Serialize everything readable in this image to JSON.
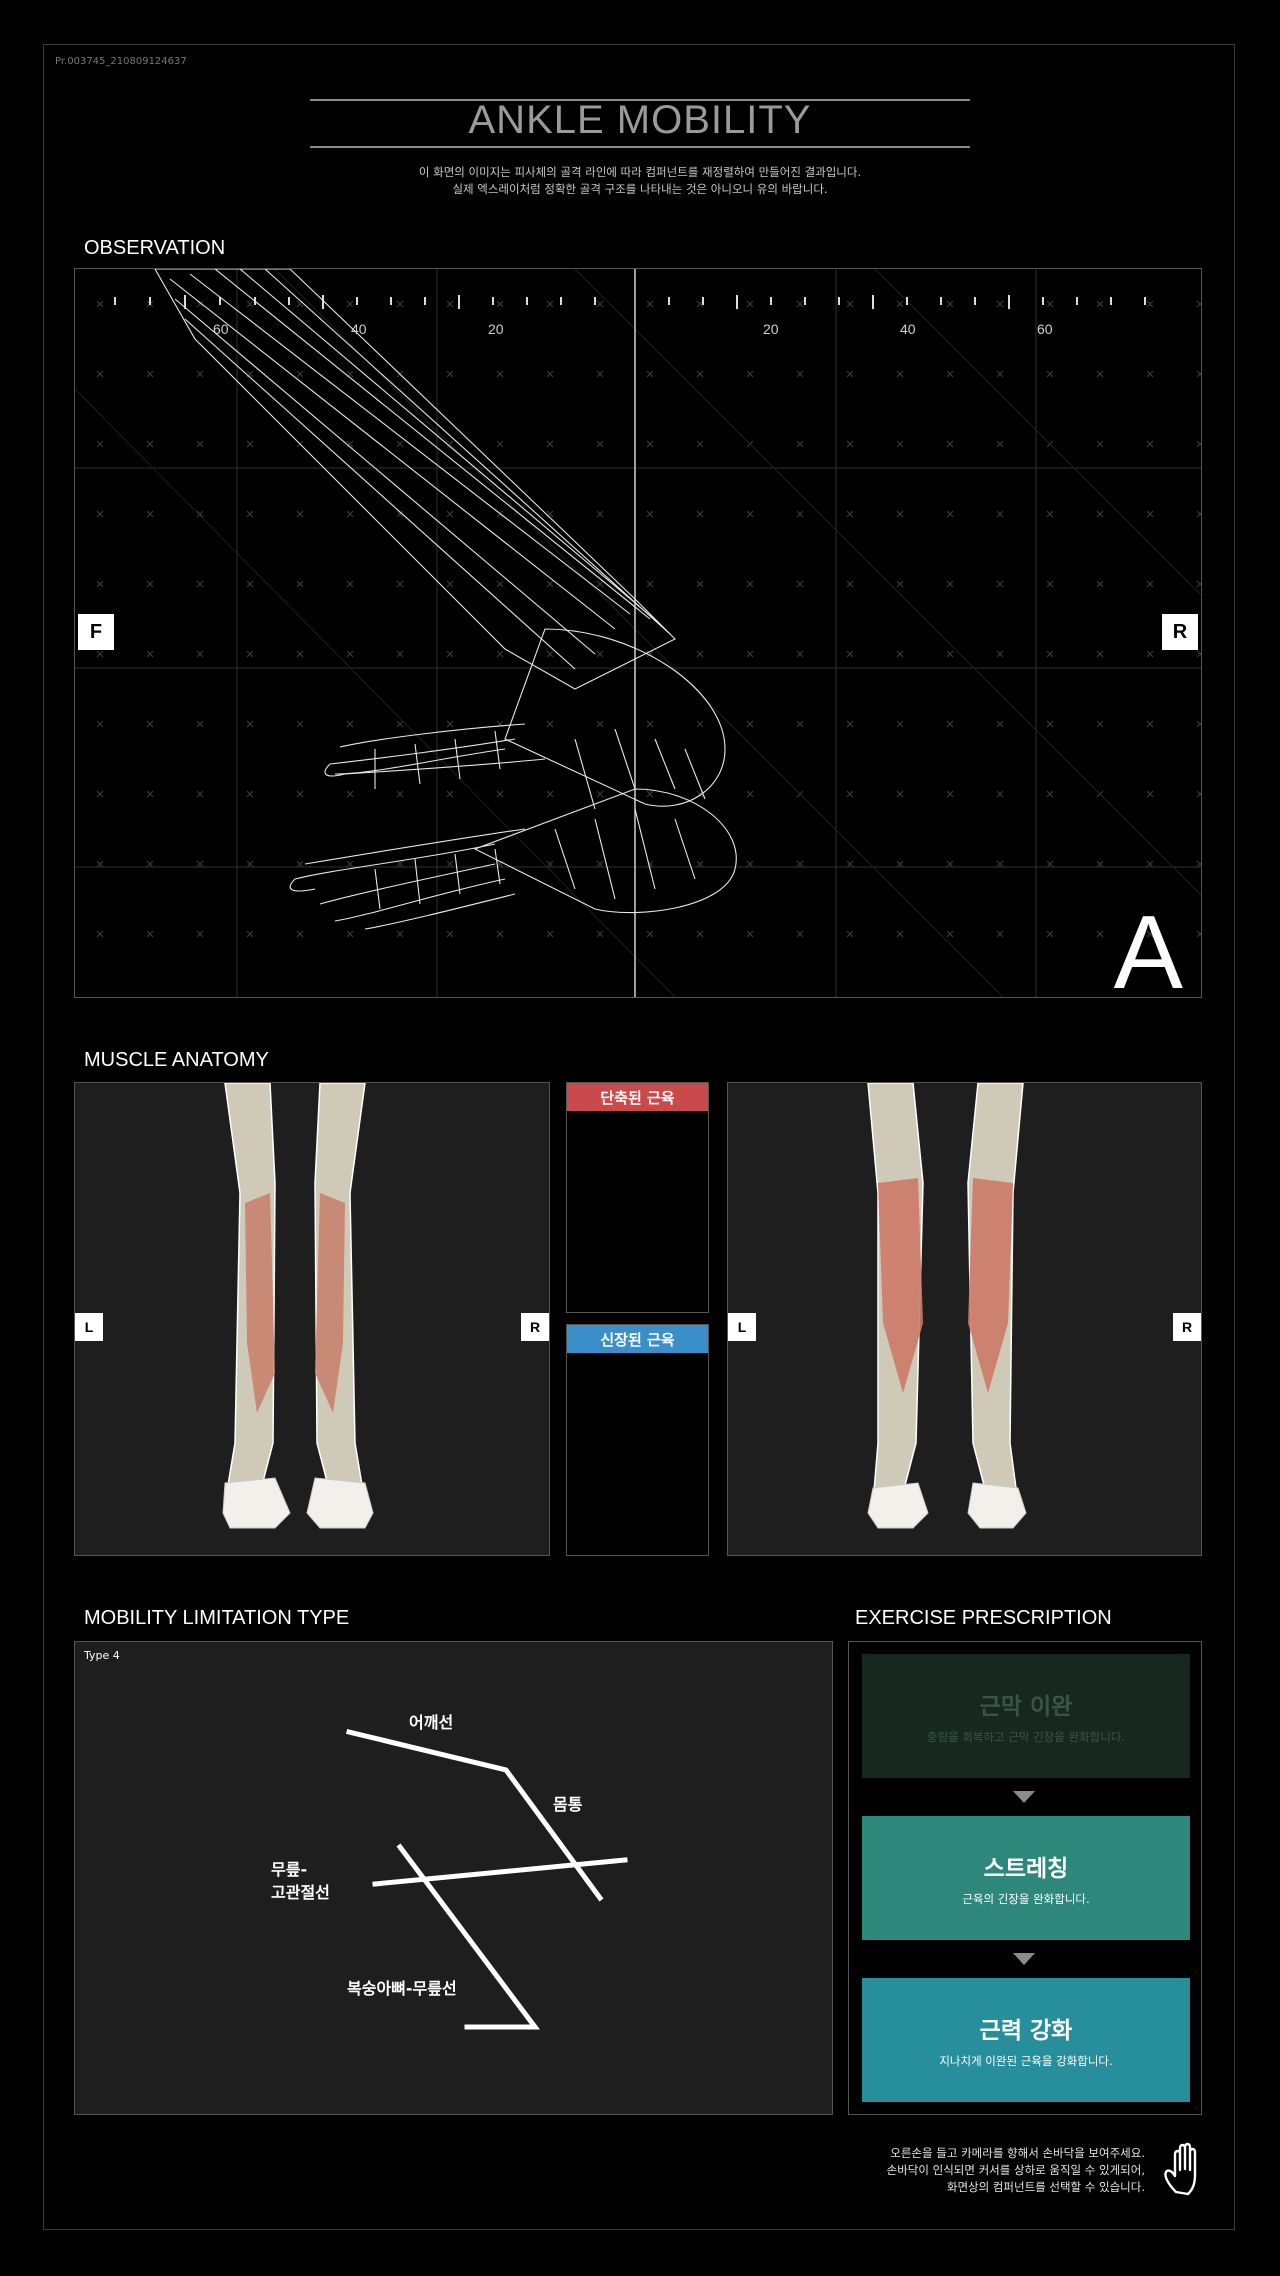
{
  "page_id": "Pr.003745_210809124637",
  "header": {
    "title": "ANKLE MOBILITY",
    "subtitle_line1": "이 화면의 이미지는 피사체의 골격 라인에 따라 컴퍼넌트를 재정렬하여 만들어진 결과입니다.",
    "subtitle_line2": "실제 엑스레이처럼 정확한 골격 구조를 나타내는 것은 아니오니 유의 바랍니다."
  },
  "observation": {
    "section_label": "OBSERVATION",
    "left_tag": "F",
    "right_tag": "R",
    "view_letter": "A",
    "ruler_left": [
      "60",
      "40",
      "20"
    ],
    "ruler_right": [
      "20",
      "40",
      "60"
    ],
    "image_icon": "ankle-wireframe-skeleton"
  },
  "muscle_anatomy": {
    "section_label": "MUSCLE ANATOMY",
    "front_view": {
      "left_tag": "L",
      "right_tag": "R",
      "image_icon": "lower-leg-front-muscles"
    },
    "back_view": {
      "left_tag": "L",
      "right_tag": "R",
      "image_icon": "lower-leg-back-muscles"
    },
    "shortened_label": "단축된 근육",
    "shortened_color": "#c94a4a",
    "lengthened_label": "신장된 근육",
    "lengthened_color": "#3a8fc9"
  },
  "mobility_limitation": {
    "section_label": "MOBILITY LIMITATION TYPE",
    "type_label": "Type 4",
    "labels": {
      "shoulder": "어깨선",
      "trunk": "몸통",
      "knee_hip_1": "무릎-",
      "knee_hip_2": "고관절선",
      "calf_knee": "복숭아뼈-무릎선"
    }
  },
  "exercise_prescription": {
    "section_label": "EXERCISE PRESCRIPTION",
    "steps": [
      {
        "title": "근막 이완",
        "desc": "충림을 회복하고 근막 긴장을 완화합니다.",
        "bg": "#17291f",
        "fg": "#3f5247",
        "state": "inactive"
      },
      {
        "title": "스트레칭",
        "desc": "근육의 긴장을 완화합니다.",
        "bg": "#2e877b",
        "fg": "#ffffff",
        "state": "active"
      },
      {
        "title": "근력 강화",
        "desc": "지나치게 이완된 근육을 강화합니다.",
        "bg": "#278f9c",
        "fg": "#ffffff",
        "state": "active"
      }
    ]
  },
  "footer": {
    "line1": "오른손을 들고 카메라를 향해서 손바닥을 보여주세요.",
    "line2": "손바닥이 인식되면 커서를 상하로 움직일 수 있게되어,",
    "line3": "화면상의 컴퍼넌트를 선택할 수 있습니다.",
    "icon": "raised-hand-icon"
  }
}
